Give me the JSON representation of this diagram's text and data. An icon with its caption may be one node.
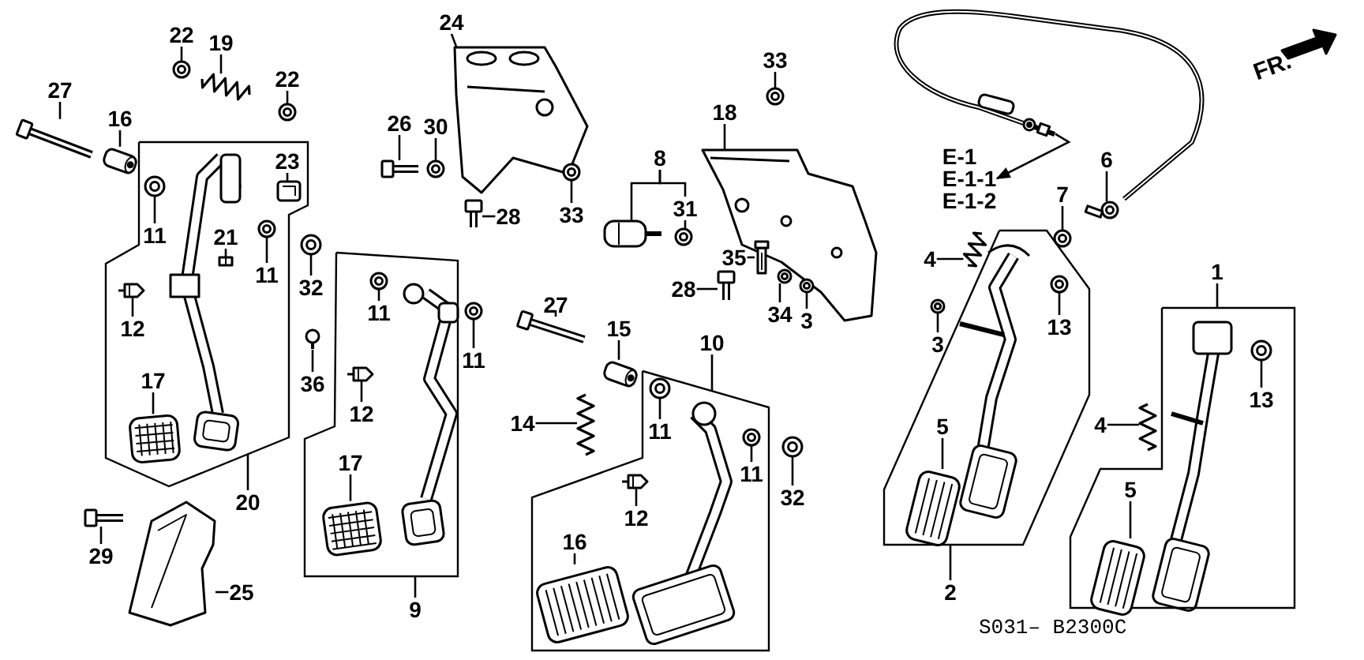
{
  "diagram": {
    "nodes": [
      {
        "text": [
          "22"
        ]
      },
      {
        "text": [
          "19"
        ]
      },
      {
        "text": [
          "24"
        ]
      },
      {
        "text": [
          "33"
        ]
      },
      {
        "text": [
          "22"
        ]
      },
      {
        "text": [
          "27"
        ]
      },
      {
        "text": [
          "16"
        ]
      },
      {
        "text": [
          "18"
        ]
      },
      {
        "text": [
          "26"
        ]
      },
      {
        "text": [
          "30"
        ]
      },
      {
        "text": [
          "8"
        ]
      },
      {
        "text": [
          "23"
        ],
        "in": 105
      },
      {
        "text": [
          "33"
        ]
      },
      {
        "text": [
          "28"
        ]
      },
      {
        "text": [
          "11"
        ],
        "in": 105
      },
      {
        "text": [
          "21"
        ],
        "in": 105
      },
      {
        "text": [
          "11"
        ],
        "in": 105
      },
      {
        "text": [
          "32"
        ]
      },
      {
        "text": [
          "35"
        ]
      },
      {
        "text": [
          "28"
        ]
      },
      {
        "text": [
          "34"
        ]
      },
      {
        "text": [
          "3"
        ]
      },
      {
        "text": [
          "6"
        ]
      },
      {
        "text": [
          "7"
        ]
      },
      {
        "text": [
          "E-1",
          "E-1-1",
          "E-1-2"
        ]
      },
      {
        "text": [
          "4"
        ]
      },
      {
        "text": [
          "13"
        ],
        "in": 108
      },
      {
        "text": [
          "3"
        ]
      },
      {
        "text": [
          "1"
        ]
      },
      {
        "text": [
          "11"
        ],
        "in": 106
      },
      {
        "text": [
          "12"
        ],
        "in": 105
      },
      {
        "text": [
          "11"
        ]
      },
      {
        "text": [
          "27"
        ]
      },
      {
        "text": [
          "15"
        ]
      },
      {
        "text": [
          "10"
        ]
      },
      {
        "text": [
          "17"
        ],
        "in": 105
      },
      {
        "text": [
          "36"
        ]
      },
      {
        "text": [
          "13"
        ],
        "in": 109
      },
      {
        "text": [
          "12"
        ],
        "in": 106
      },
      {
        "text": [
          "14"
        ]
      },
      {
        "text": [
          "4"
        ]
      },
      {
        "text": [
          "5"
        ],
        "in": 108
      },
      {
        "text": [
          "11"
        ],
        "in": 107
      },
      {
        "text": [
          "17"
        ],
        "in": 106
      },
      {
        "text": [
          "11"
        ],
        "in": 107
      },
      {
        "text": [
          "5"
        ],
        "in": 109
      },
      {
        "text": [
          "32"
        ]
      },
      {
        "text": [
          "20"
        ]
      },
      {
        "text": [
          "12"
        ],
        "in": 107
      },
      {
        "text": [
          "16"
        ],
        "in": 107
      },
      {
        "text": [
          "29"
        ]
      },
      {
        "text": [
          "25"
        ]
      },
      {
        "text": [
          "2"
        ]
      },
      {
        "text": [
          "9"
        ]
      },
      {
        "text": [],
        "shape": "picture"
      },
      {
        "text": [],
        "shape": "picture"
      },
      {
        "text": [],
        "shape": "picture"
      },
      {
        "text": [],
        "shape": "picture"
      },
      {
        "text": [],
        "shape": "picture"
      },
      {
        "text": [],
        "shape": "picture"
      },
      {
        "text": [],
        "shape": "picture"
      },
      {
        "text": [],
        "shape": "picture"
      },
      {
        "text": [],
        "shape": "picture"
      },
      {
        "text": [],
        "shape": "picture"
      },
      {
        "text": [],
        "shape": "picture"
      },
      {
        "text": [],
        "shape": "picture"
      },
      {
        "text": [],
        "shape": "picture",
        "in": 105
      },
      {
        "text": [],
        "shape": "picture"
      },
      {
        "text": [],
        "shape": "picture"
      },
      {
        "text": [],
        "shape": "picture",
        "in": 105
      },
      {
        "text": [],
        "shape": "picture",
        "in": 105
      },
      {
        "text": [],
        "shape": "picture",
        "in": 105
      },
      {
        "text": [],
        "shape": "picture"
      },
      {
        "text": [],
        "shape": "picture"
      },
      {
        "text": [],
        "shape": "picture"
      },
      {
        "text": [],
        "shape": "picture"
      },
      {
        "text": [],
        "shape": "picture"
      },
      {
        "text": [],
        "shape": "picture"
      },
      {
        "text": [],
        "shape": "picture"
      },
      {
        "text": [],
        "shape": "picture"
      },
      {
        "text": [],
        "shape": "picture"
      },
      {
        "text": [],
        "shape": "picture",
        "in": 108
      },
      {
        "text": [],
        "shape": "picture"
      },
      {
        "text": [],
        "shape": "picture",
        "in": 106
      },
      {
        "text": [],
        "shape": "picture",
        "in": 105
      },
      {
        "text": [],
        "shape": "picture"
      },
      {
        "text": [],
        "shape": "picture"
      },
      {
        "text": [],
        "shape": "picture"
      },
      {
        "text": [],
        "shape": "picture",
        "in": 105
      },
      {
        "text": [],
        "shape": "picture"
      },
      {
        "text": [],
        "shape": "picture",
        "in": 109
      },
      {
        "text": [],
        "shape": "picture",
        "in": 106
      },
      {
        "text": [],
        "shape": "picture"
      },
      {
        "text": [],
        "shape": "picture"
      },
      {
        "text": [],
        "shape": "picture",
        "in": 108
      },
      {
        "text": [],
        "shape": "picture",
        "in": 107
      },
      {
        "text": [],
        "shape": "picture",
        "in": 106
      },
      {
        "text": [],
        "shape": "picture",
        "in": 107
      },
      {
        "text": [],
        "shape": "picture",
        "in": 109
      },
      {
        "text": [],
        "shape": "picture"
      },
      {
        "text": [],
        "shape": "picture",
        "in": 107
      },
      {
        "text": [],
        "shape": "picture",
        "in": 107
      },
      {
        "text": [],
        "shape": "picture"
      },
      {
        "text": [],
        "shape": "picture"
      },
      {
        "text": [
          "31"
        ]
      },
      {
        "text": [],
        "shape": "box"
      },
      {
        "text": [],
        "shape": "box"
      },
      {
        "text": [],
        "shape": "box"
      },
      {
        "text": [],
        "shape": "box"
      },
      {
        "text": [],
        "shape": "box"
      }
    ],
    "edges": [
      {
        "from": 0,
        "to": 54,
        "arrow": "none"
      },
      {
        "from": 1,
        "to": 55,
        "arrow": "none"
      },
      {
        "from": 2,
        "to": 56,
        "arrow": "none"
      },
      {
        "from": 3,
        "to": 57,
        "arrow": "none"
      },
      {
        "from": 4,
        "to": 58,
        "arrow": "none"
      },
      {
        "from": 5,
        "to": 59,
        "arrow": "none"
      },
      {
        "from": 6,
        "to": 60,
        "arrow": "none"
      },
      {
        "from": 7,
        "to": 61,
        "arrow": "none"
      },
      {
        "from": 8,
        "to": 62,
        "arrow": "none"
      },
      {
        "from": 9,
        "to": 63,
        "arrow": "none"
      },
      {
        "from": 10,
        "to": 64,
        "arrow": "none"
      },
      {
        "from": 10,
        "to": 104,
        "arrow": "none"
      },
      {
        "from": 11,
        "to": 66,
        "arrow": "none"
      },
      {
        "from": 12,
        "to": 67,
        "arrow": "none"
      },
      {
        "from": 13,
        "to": 68,
        "arrow": "none"
      },
      {
        "from": 14,
        "to": 69,
        "arrow": "none"
      },
      {
        "from": 15,
        "to": 70,
        "arrow": "none"
      },
      {
        "from": 16,
        "to": 71,
        "arrow": "none"
      },
      {
        "from": 17,
        "to": 72,
        "arrow": "none"
      },
      {
        "from": 18,
        "to": 73,
        "arrow": "none"
      },
      {
        "from": 19,
        "to": 74,
        "arrow": "none"
      },
      {
        "from": 20,
        "to": 75,
        "arrow": "none"
      },
      {
        "from": 21,
        "to": 76,
        "arrow": "none"
      },
      {
        "from": 22,
        "to": 77,
        "arrow": "none"
      },
      {
        "from": 23,
        "to": 78,
        "arrow": "none"
      },
      {
        "from": 79,
        "to": 24,
        "arrow": "to"
      },
      {
        "from": 25,
        "to": 80,
        "arrow": "none"
      },
      {
        "from": 26,
        "to": 81,
        "arrow": "none"
      },
      {
        "from": 27,
        "to": 82,
        "arrow": "none"
      },
      {
        "from": 28,
        "to": 109,
        "arrow": "none"
      },
      {
        "from": 29,
        "to": 83,
        "arrow": "none"
      },
      {
        "from": 30,
        "to": 84,
        "arrow": "none"
      },
      {
        "from": 31,
        "to": 85,
        "arrow": "none"
      },
      {
        "from": 32,
        "to": 86,
        "arrow": "none"
      },
      {
        "from": 33,
        "to": 87,
        "arrow": "none"
      },
      {
        "from": 34,
        "to": 107,
        "arrow": "none"
      },
      {
        "from": 35,
        "to": 88,
        "arrow": "none"
      },
      {
        "from": 36,
        "to": 89,
        "arrow": "none"
      },
      {
        "from": 37,
        "to": 90,
        "arrow": "none"
      },
      {
        "from": 38,
        "to": 91,
        "arrow": "none"
      },
      {
        "from": 39,
        "to": 92,
        "arrow": "none"
      },
      {
        "from": 40,
        "to": 93,
        "arrow": "none"
      },
      {
        "from": 41,
        "to": 94,
        "arrow": "none"
      },
      {
        "from": 42,
        "to": 95,
        "arrow": "none"
      },
      {
        "from": 43,
        "to": 96,
        "arrow": "none"
      },
      {
        "from": 44,
        "to": 97,
        "arrow": "none"
      },
      {
        "from": 45,
        "to": 98,
        "arrow": "none"
      },
      {
        "from": 46,
        "to": 99,
        "arrow": "none"
      },
      {
        "from": 47,
        "to": 105,
        "arrow": "none"
      },
      {
        "from": 48,
        "to": 100,
        "arrow": "none"
      },
      {
        "from": 49,
        "to": 101,
        "arrow": "none"
      },
      {
        "from": 50,
        "to": 102,
        "arrow": "none"
      },
      {
        "from": 51,
        "to": 103,
        "arrow": "none"
      },
      {
        "from": 52,
        "to": 108,
        "arrow": "none"
      },
      {
        "from": 53,
        "to": 106,
        "arrow": "none"
      },
      {
        "from": 104,
        "to": 65,
        "arrow": "none"
      }
    ],
    "labels": [
      "FR.",
      "S031– B2300C"
    ]
  }
}
